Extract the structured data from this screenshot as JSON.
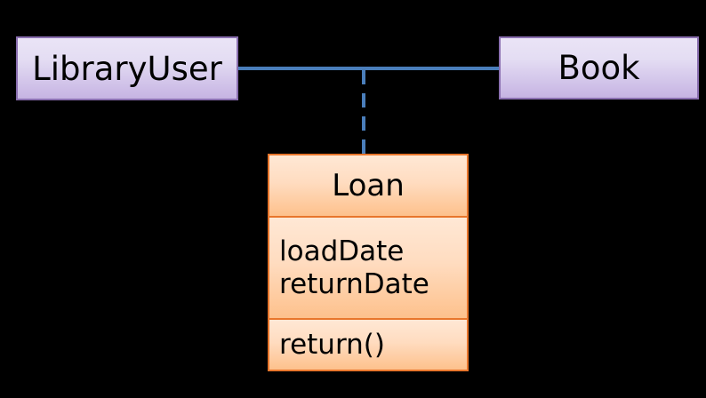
{
  "diagram": {
    "type": "uml-association-class-diagram",
    "background_color": "#000000",
    "classes": [
      {
        "id": "library-user",
        "name": "LibraryUser",
        "style": "plain",
        "fill_top": "#eae4f6",
        "fill_bottom": "#c6b4e2",
        "border_color": "#8a6fb0"
      },
      {
        "id": "book",
        "name": "Book",
        "style": "plain",
        "fill_top": "#eae4f6",
        "fill_bottom": "#c6b4e2",
        "border_color": "#8a6fb0"
      },
      {
        "id": "loan",
        "name": "Loan",
        "style": "association-class",
        "fill_top": "#ffe8d5",
        "fill_bottom": "#fdc18c",
        "border_color": "#e8762c",
        "attributes": [
          "loadDate",
          "returnDate"
        ],
        "operations": [
          "return()"
        ]
      }
    ],
    "connectors": [
      {
        "id": "association-libraryuser-book",
        "kind": "association",
        "line_style": "solid",
        "color": "#4a7ebb",
        "from": "LibraryUser",
        "to": "Book"
      },
      {
        "id": "association-class-link",
        "kind": "association-class-link",
        "line_style": "dashed",
        "color": "#4a7ebb",
        "from": "association-libraryuser-book",
        "to": "Loan"
      }
    ]
  }
}
